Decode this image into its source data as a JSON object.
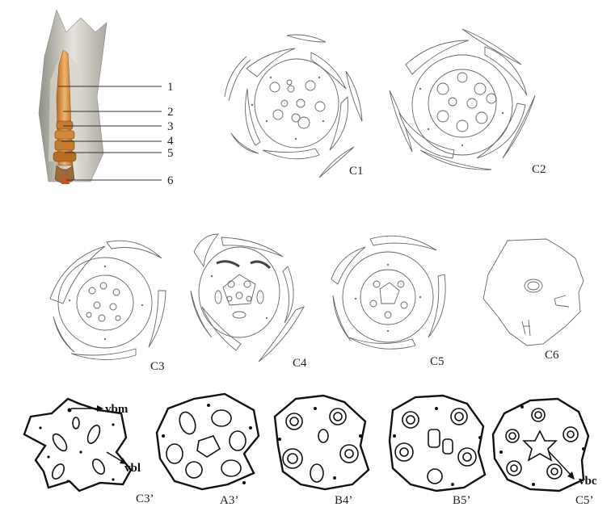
{
  "photo_labels": [
    "1",
    "2",
    "3",
    "4",
    "5",
    "6"
  ],
  "panel_labels": {
    "c1": "C1",
    "c2": "C2",
    "c3": "C3",
    "c4": "C4",
    "c5": "C5",
    "c6": "C6",
    "c3p": "C3’",
    "a3p": "A3’",
    "b4p": "B4’",
    "b5p": "B5’",
    "c5p": "C5’"
  },
  "annotations": {
    "vbm": "vbm",
    "vbl": "vbl",
    "vbc": "vbc"
  },
  "colors": {
    "line": "#666666",
    "bold_line": "#111111",
    "photo_bg": "#c9c4bc",
    "stamen": "#d38a3c"
  }
}
